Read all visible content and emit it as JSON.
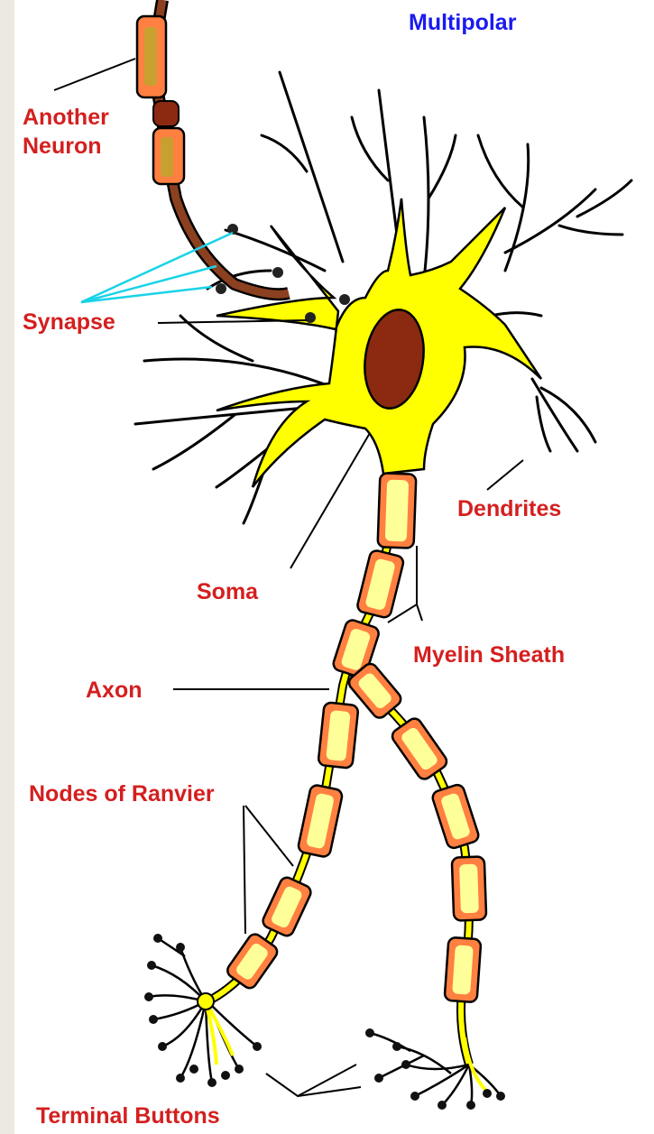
{
  "title": "Multipolar",
  "labels": {
    "another_neuron_1": "Another",
    "another_neuron_2": "Neuron",
    "synapse": "Synapse",
    "dendrites": "Dendrites",
    "soma": "Soma",
    "myelin_sheath": "Myelin Sheath",
    "axon": "Axon",
    "nodes_of_ranvier": "Nodes of Ranvier",
    "terminal_buttons": "Terminal Buttons"
  },
  "colors": {
    "title": "#1a1af0",
    "label": "#d41f1f",
    "neuron_body": "#ffff00",
    "myelin": "#ff8040",
    "myelin_core": "#ffff99",
    "nucleus": "#8b2a10",
    "synapse_lines": "#19d3e8",
    "background": "#ece9e0"
  }
}
